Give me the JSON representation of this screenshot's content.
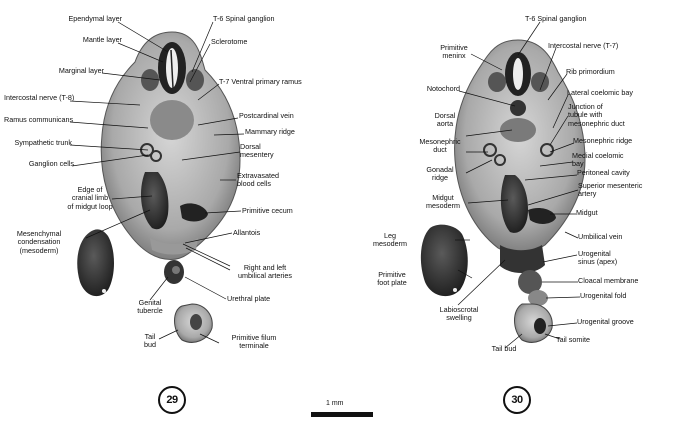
{
  "panel29": {
    "number": "29",
    "labels": {
      "ependymal_layer": "Ependymal layer",
      "t6_spinal_ganglion": "T-6 Spinal ganglion",
      "mantle_layer": "Mantle layer",
      "sclerotome": "Sclerotome",
      "marginal_layer": "Marginal layer",
      "t7_ventral_ramus": "T-7 Ventral primary ramus",
      "intercostal_nerve_t8": "Intercostal nerve (T-8)",
      "postcardinal_vein": "Postcardinal vein",
      "ramus_communicans": "Ramus communicans",
      "mammary_ridge": "Mammary ridge",
      "sympathetic_trunk": "Sympathetic trunk",
      "dorsal_mesentery_1": "Dorsal",
      "dorsal_mesentery_2": "mesentery",
      "ganglion_cells": "Ganglion cells",
      "extravasated_1": "Extravasated",
      "extravasated_2": "blood cells",
      "edge_1": "Edge of",
      "edge_2": "cranial limb",
      "edge_3": "of midgut loop",
      "primitive_cecum": "Primitive cecum",
      "mesenchymal_1": "Mesenchymal",
      "mesenchymal_2": "condensation",
      "mesenchymal_3": "(mesoderm)",
      "allantois": "Allantois",
      "umbilical_1": "Right and left",
      "umbilical_2": "umbilical arteries",
      "genital_1": "Genital",
      "genital_2": "tubercle",
      "urethral_plate": "Urethral plate",
      "tail_bud_1": "Tail",
      "tail_bud_2": "bud",
      "filum_1": "Primitive filum",
      "filum_2": "terminale"
    }
  },
  "panel30": {
    "number": "30",
    "labels": {
      "t6_spinal_ganglion": "T-6 Spinal ganglion",
      "primitive_meninx_1": "Primitive",
      "primitive_meninx_2": "meninx",
      "intercostal_nerve_t7": "Intercostal nerve (T-7)",
      "rib_primordium": "Rib primordium",
      "notochord": "Notochord",
      "lateral_coelomic_bay": "Lateral coelomic bay",
      "junction_1": "Junction of",
      "junction_2": "tubule with",
      "junction_3": "mesonephric duct",
      "dorsal_aorta_1": "Dorsal",
      "dorsal_aorta_2": "aorta",
      "mesonephric_ridge": "Mesonephric ridge",
      "mesonephric_duct_1": "Mesonephric",
      "mesonephric_duct_2": "duct",
      "medial_coelomic_1": "Medial coelomic",
      "medial_coelomic_2": "bay",
      "gonadal_ridge_1": "Gonadal",
      "gonadal_ridge_2": "ridge",
      "peritoneal_cavity": "Peritoneal cavity",
      "superior_mesenteric_1": "Superior mesenteric",
      "superior_mesenteric_2": "artery",
      "midgut_mesoderm_1": "Midgut",
      "midgut_mesoderm_2": "mesoderm",
      "midgut": "Midgut",
      "leg_mesoderm_1": "Leg",
      "leg_mesoderm_2": "mesoderm",
      "umbilical_vein": "Umbilical vein",
      "urogenital_sinus_1": "Urogenital",
      "urogenital_sinus_2": "sinus (apex)",
      "primitive_foot_1": "Primitive",
      "primitive_foot_2": "foot plate",
      "cloacal_membrane": "Cloacal membrane",
      "urogenital_fold": "Urogenital fold",
      "labioscrotal_1": "Labioscrotal",
      "labioscrotal_2": "swelling",
      "urogenital_groove": "Urogenital groove",
      "tail_somite": "Tail somite",
      "tail_bud": "Tail bud"
    }
  },
  "scale": {
    "label": "1 mm"
  }
}
